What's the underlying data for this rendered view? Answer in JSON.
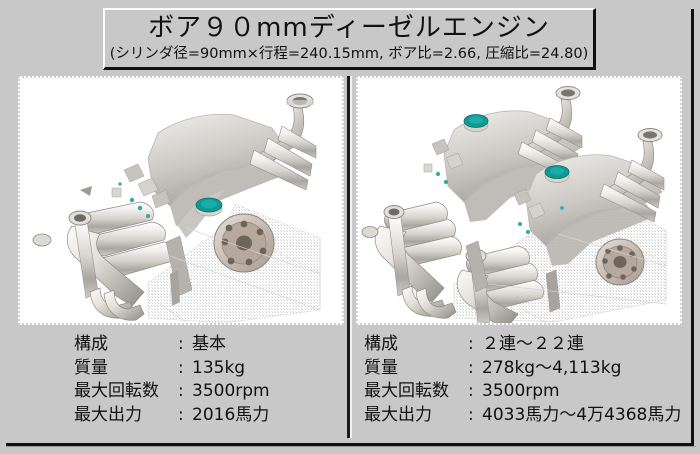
{
  "title": {
    "main": "ボア９０mmディーゼルエンジン",
    "sub": "(シリンダ径=90mm×行程=240.15mm, ボア比=2.66, 圧縮比=24.80)"
  },
  "panels": [
    {
      "id": "left",
      "illustration_name": "single-engine-isometric-cad-view",
      "specs": [
        {
          "label": "構成",
          "sep": ":",
          "value": "基本"
        },
        {
          "label": "質量",
          "sep": ":",
          "value": "135kg"
        },
        {
          "label": "最大回転数",
          "sep": ":",
          "value": "3500rpm"
        },
        {
          "label": "最大出力",
          "sep": ":",
          "value": "2016馬力"
        }
      ]
    },
    {
      "id": "right",
      "illustration_name": "twin-engine-isometric-cad-view",
      "specs": [
        {
          "label": "構成",
          "sep": ":",
          "value": "２連～２２連"
        },
        {
          "label": "質量",
          "sep": ":",
          "value": "278kg～4,113kg"
        },
        {
          "label": "最大回転数",
          "sep": ":",
          "value": "3500rpm"
        },
        {
          "label": "最大出力",
          "sep": ":",
          "value": "4033馬力～4万4368馬力"
        }
      ]
    }
  ],
  "colors": {
    "background": "#c8c8c8",
    "panel_background": "#ffffff",
    "text": "#111111",
    "frame": "#101010",
    "accent_cap": "#0f9a93",
    "metal_light": "#f4f2ef",
    "metal_mid": "#cfcbc6",
    "metal_dark": "#9b9892"
  }
}
